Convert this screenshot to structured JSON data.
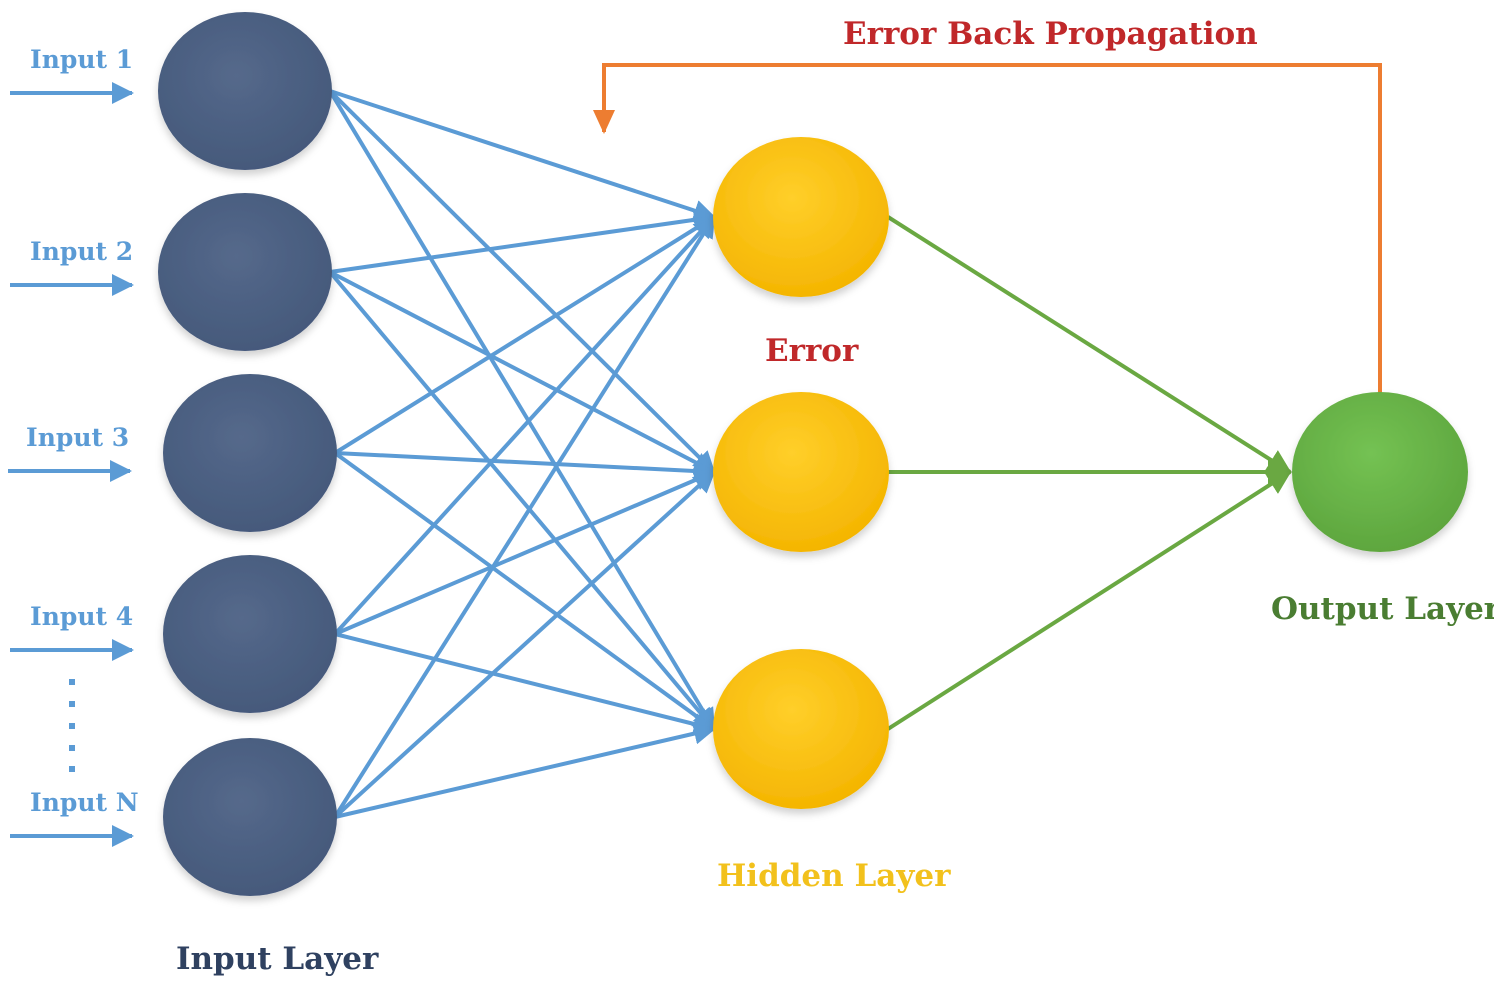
{
  "diagram": {
    "title": "Error Back Propagation",
    "error_label": "Error",
    "input_layer_label": "Input Layer",
    "hidden_layer_label": "Hidden Layer",
    "output_layer_label": "Output Layer",
    "inputs": [
      "Input 1",
      "Input 2",
      "Input 3",
      "Input 4",
      "Input N"
    ],
    "ellipsis": "⋮",
    "colors": {
      "input_node": "#4d6384",
      "hidden_node": "#fcc20f",
      "output_node": "#6ab64a",
      "input_edges": "#5b9bd5",
      "output_edges": "#6aa842",
      "feedback": "#ed7d31",
      "title": "#c0282a",
      "error": "#c0282a",
      "input_layer_label": "#2f4160",
      "hidden_layer_label": "#f2c11c",
      "output_layer_label": "#4a7d32"
    }
  }
}
